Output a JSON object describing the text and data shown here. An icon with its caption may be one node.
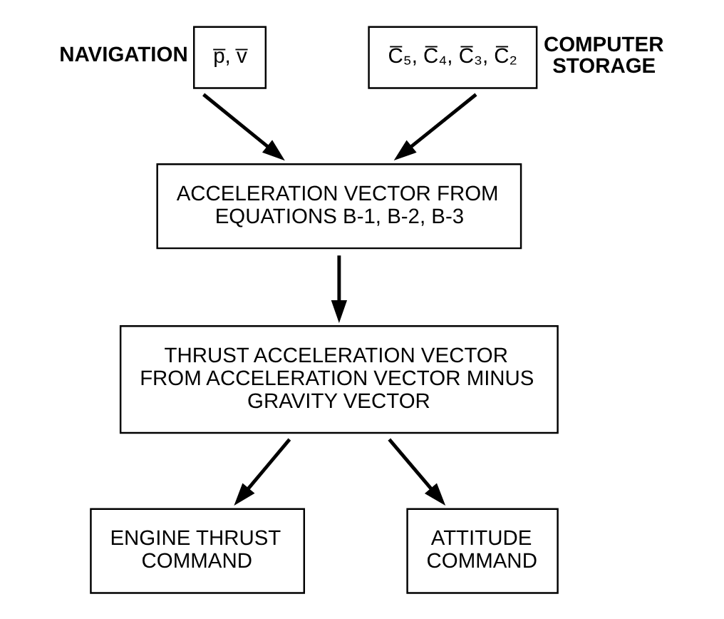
{
  "diagram": {
    "nodes": [
      {
        "text": [
          "p̅, v̅"
        ],
        "beside": [
          "NAVIGATION"
        ]
      },
      {
        "text": [
          "C̅₅, C̅₄, C̅₃, C̅₂"
        ],
        "beside": [
          "COMPUTER STORAGE"
        ]
      },
      {
        "text": [
          "ACCELERATION VECTOR FROM EQUATIONS B-1, B-2, B-3"
        ]
      },
      {
        "text": [
          "THRUST ACCELERATION VECTOR FROM ACCELERATION VECTOR MINUS GRAVITY VECTOR"
        ]
      },
      {
        "text": [
          "ENGINE THRUST COMMAND"
        ]
      },
      {
        "text": [
          "ATTITUDE COMMAND"
        ]
      }
    ],
    "edges": [
      {
        "from": 0,
        "to": 2,
        "arrow": "to"
      },
      {
        "from": 1,
        "to": 2,
        "arrow": "to"
      },
      {
        "from": 2,
        "to": 3,
        "arrow": "to"
      },
      {
        "from": 3,
        "to": 4,
        "arrow": "to"
      },
      {
        "from": 3,
        "to": 5,
        "arrow": "to"
      }
    ]
  }
}
